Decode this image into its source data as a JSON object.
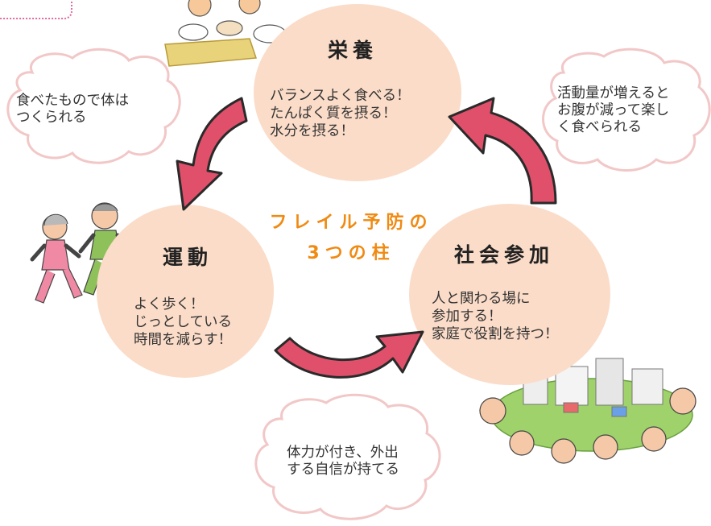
{
  "center": {
    "line1": "フレイル予防の",
    "line2": "3つの柱"
  },
  "pillars": {
    "nutrition": {
      "title": "栄養",
      "body": "バランスよく食べる！\nたんぱく質を摂る！\n水分を摂る！"
    },
    "exercise": {
      "title": "運動",
      "body": "よく歩く！\nじっとしている\n時間を減らす！"
    },
    "social": {
      "title": "社会参加",
      "body": "人と関わる場に\n参加する！\n家庭で役割を持つ！"
    }
  },
  "clouds": {
    "body_made": "食べたもので体は\nつくられる",
    "hungry": "活動量が増えると\nお腹が減って楽し\nく食べられる",
    "confidence": "体力が付き、外出\nする自信が持てる"
  },
  "colors": {
    "circle": "#fbdcc8",
    "arrow": "#e0506a",
    "arrow_outline": "#2a2a2a",
    "center_title": "#f08a12",
    "cloud_border": "#f2c7c7"
  },
  "icons": {
    "top_left": "meal-illustration",
    "left": "walking-seniors-illustration",
    "bottom_right": "town-community-illustration"
  }
}
